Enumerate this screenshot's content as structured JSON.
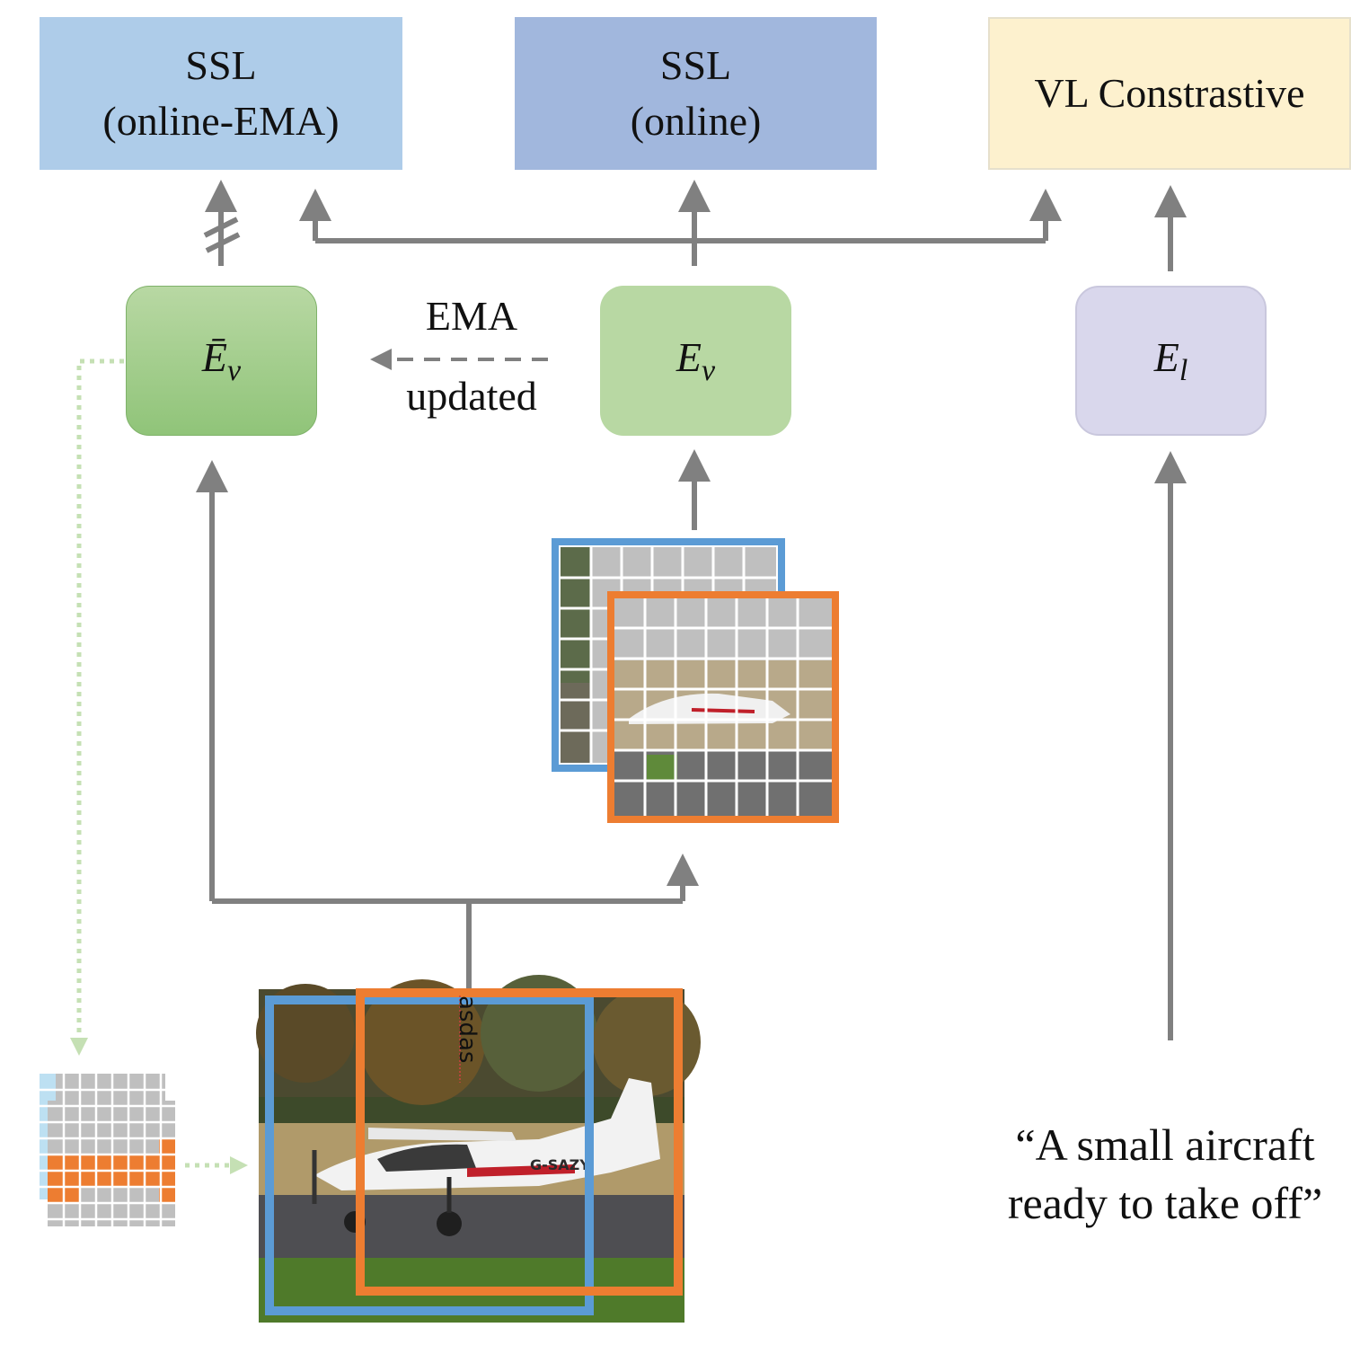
{
  "losses": {
    "ssl_ema": {
      "line1": "SSL",
      "line2": "(online-EMA)",
      "color": "#aecce9"
    },
    "ssl_online": {
      "line1": "SSL",
      "line2": "(online)",
      "color": "#a1b7dd"
    },
    "vl": {
      "label": "VL Constrastive",
      "color": "#fdf1ce"
    }
  },
  "encoders": {
    "ema_visual": {
      "symbol": "Ē",
      "subscript": "v",
      "color": "#98c983"
    },
    "visual": {
      "symbol": "E",
      "subscript": "v",
      "color": "#b8d8a3"
    },
    "language": {
      "symbol": "E",
      "subscript": "l",
      "color": "#d9d7ec"
    }
  },
  "ema_update": {
    "top": "EMA",
    "bottom": "updated"
  },
  "caption": {
    "line1": "“A small aircraft",
    "line2": "ready to take off”"
  },
  "image_annotation": "asdas",
  "plane_registration": "G-SAZY",
  "colors": {
    "arrow": "#808080",
    "view1": "#5b9bd5",
    "view2": "#ed7d31",
    "mask": "#bfbfbf",
    "dotted": "#c5e0b4"
  }
}
